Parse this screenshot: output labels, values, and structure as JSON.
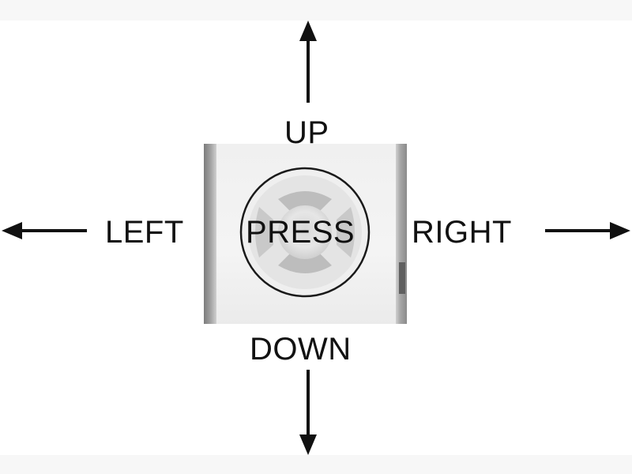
{
  "labels": {
    "up": "UP",
    "down": "DOWN",
    "left": "LEFT",
    "right": "RIGHT",
    "press": "PRESS"
  },
  "icons": [
    "up-arrow",
    "down-arrow",
    "left-arrow",
    "right-arrow",
    "joystick-button"
  ],
  "colors": {
    "ink": "#111111",
    "device_face": "#f2f2f2",
    "device_rail": "#8a8a8a",
    "button_ring": "#1a1a1a"
  }
}
